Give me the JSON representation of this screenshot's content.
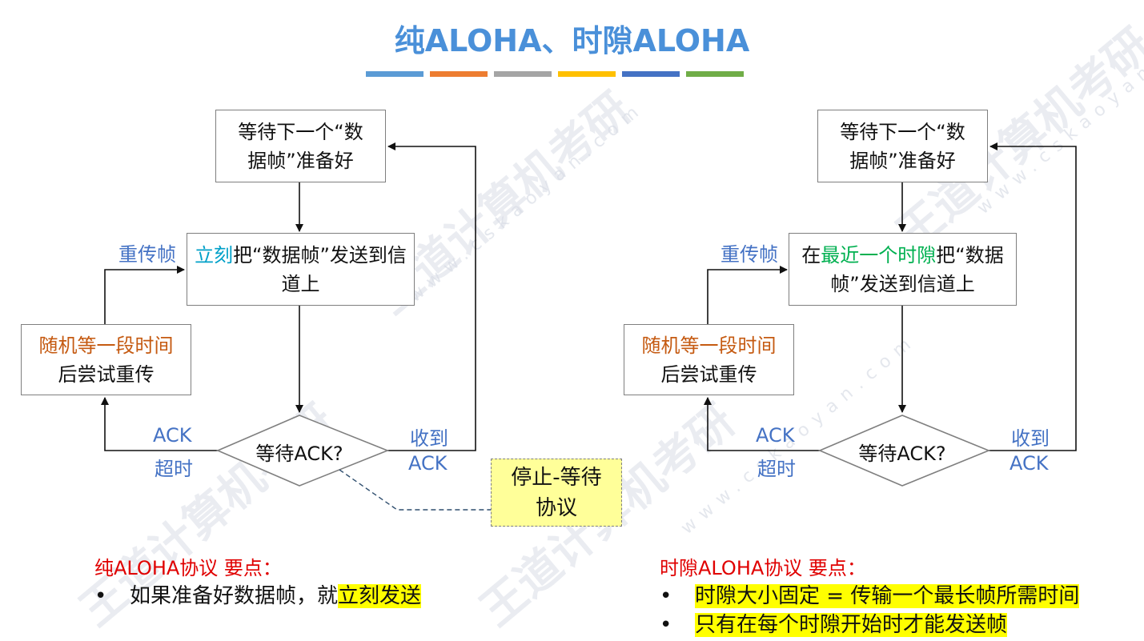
{
  "title": "纯ALOHA、时隙ALOHA",
  "title_bar_colors": [
    "#5b9bd5",
    "#ed7d31",
    "#a5a5a5",
    "#ffc000",
    "#4472c4",
    "#70ad47"
  ],
  "watermark": {
    "brand": "王道计算机考研",
    "url": "www.cskaoyan.com"
  },
  "left": {
    "wait_box": "等待下一个“数据帧”准备好",
    "send_box_prefix": "立刻",
    "send_box_rest": "把“数据帧”发送到信道上",
    "retry_box_line1": "随机等一段时间",
    "retry_box_line2": "后尝试重传",
    "decision": "等待ACK?",
    "label_retransmit": "重传帧",
    "label_timeout_1": "ACK",
    "label_timeout_2": "超时",
    "label_received_1": "收到",
    "label_received_2": "ACK"
  },
  "right": {
    "wait_box": "等待下一个“数据帧”准备好",
    "send_box_prefix": "在",
    "send_box_highlight": "最近一个时隙",
    "send_box_rest": "把“数据帧”发送到信道上",
    "retry_box_line1": "随机等一段时间",
    "retry_box_line2": "后尝试重传",
    "decision": "等待ACK?",
    "label_retransmit": "重传帧",
    "label_timeout_1": "ACK",
    "label_timeout_2": "超时",
    "label_received_1": "收到",
    "label_received_2": "ACK"
  },
  "note": {
    "line1": "停止-等待",
    "line2": "协议"
  },
  "pure_points": {
    "heading": "纯ALOHA协议 要点：",
    "bullet": "•",
    "item1_plain": "如果准备好数据帧，就",
    "item1_highlight": "立刻发送"
  },
  "slotted_points": {
    "heading": "时隙ALOHA协议 要点：",
    "bullet": "•",
    "item1": "时隙大小固定 = 传输一个最长帧所需时间",
    "item2": "只有在每个时隙开始时才能发送帧"
  }
}
